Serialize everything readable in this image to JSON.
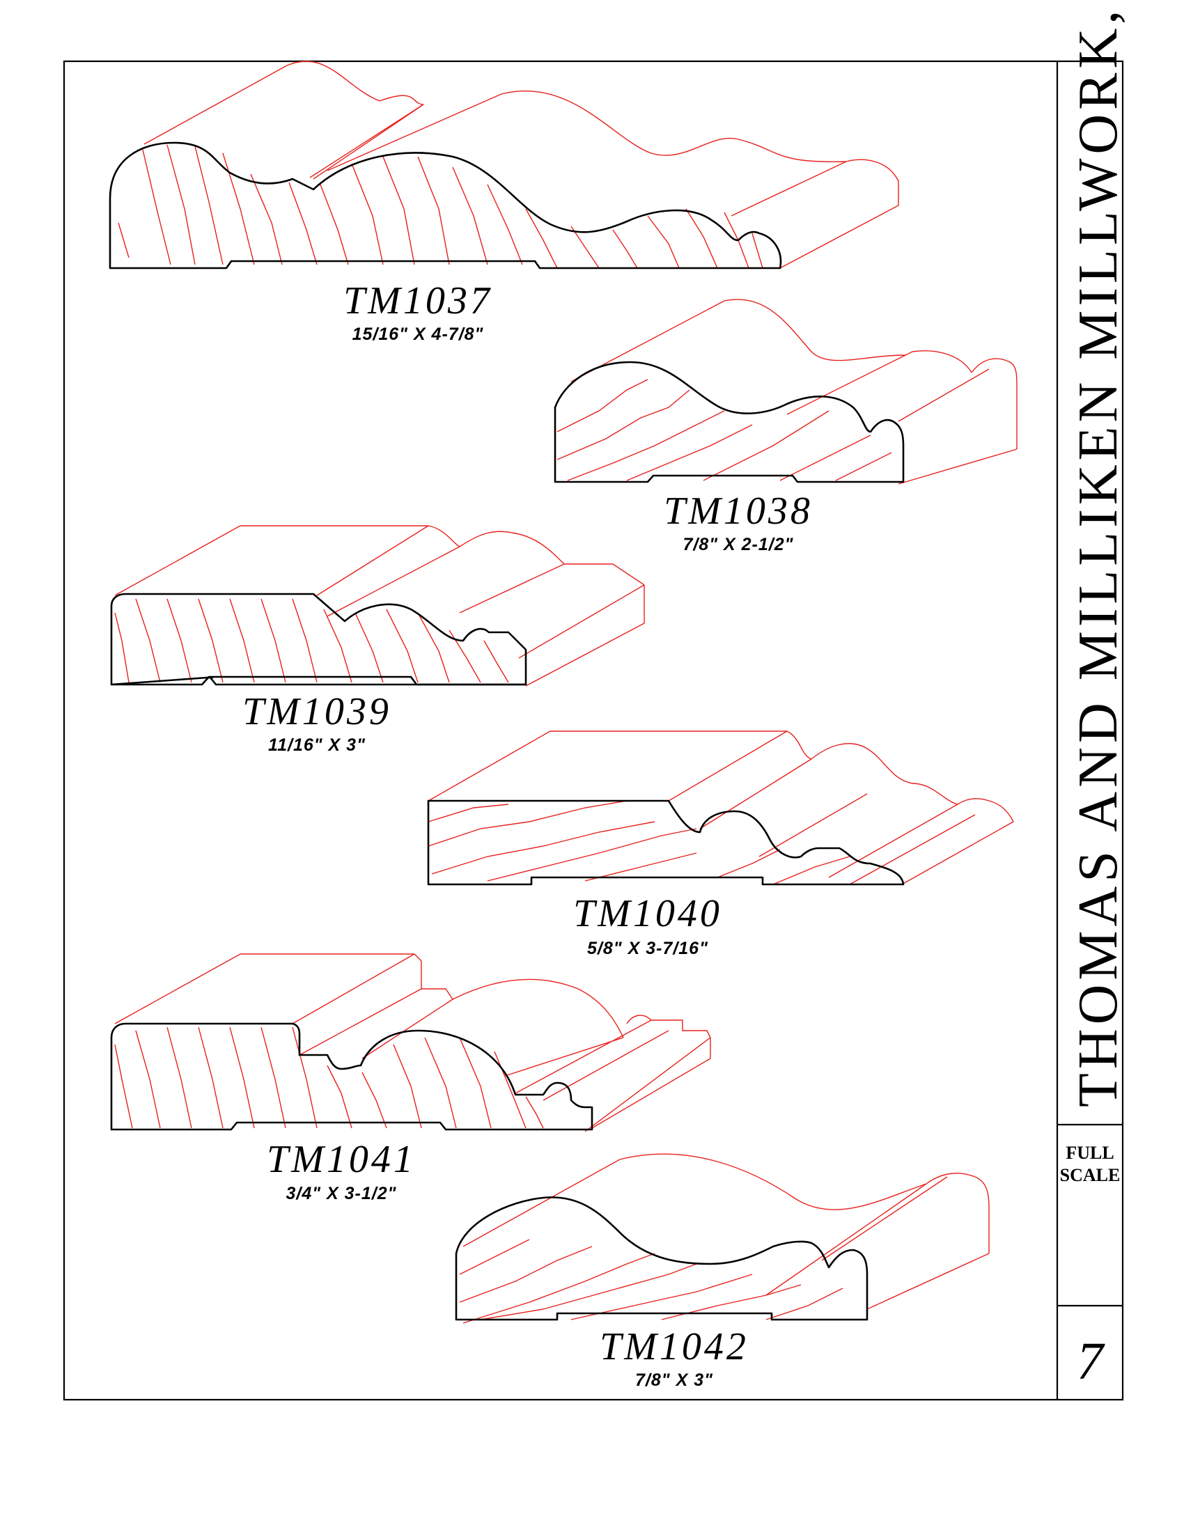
{
  "company": "THOMAS AND MILLIKEN MILLWORK, INC.",
  "scale_line1": "FULL",
  "scale_line2": "SCALE",
  "page_number": "7",
  "colors": {
    "profile_outline": "#000000",
    "grain_and_perspective": "#e8201c"
  },
  "profiles": [
    {
      "code": "TM1037",
      "dims": "15/16\"  X  4-7/8\""
    },
    {
      "code": "TM1038",
      "dims": "7/8\"  X  2-1/2\""
    },
    {
      "code": "TM1039",
      "dims": "11/16\"  X  3\""
    },
    {
      "code": "TM1040",
      "dims": "5/8\"  X  3-7/16\""
    },
    {
      "code": "TM1041",
      "dims": "3/4\"  X  3-1/2\""
    },
    {
      "code": "TM1042",
      "dims": "7/8\"  X  3\""
    }
  ]
}
